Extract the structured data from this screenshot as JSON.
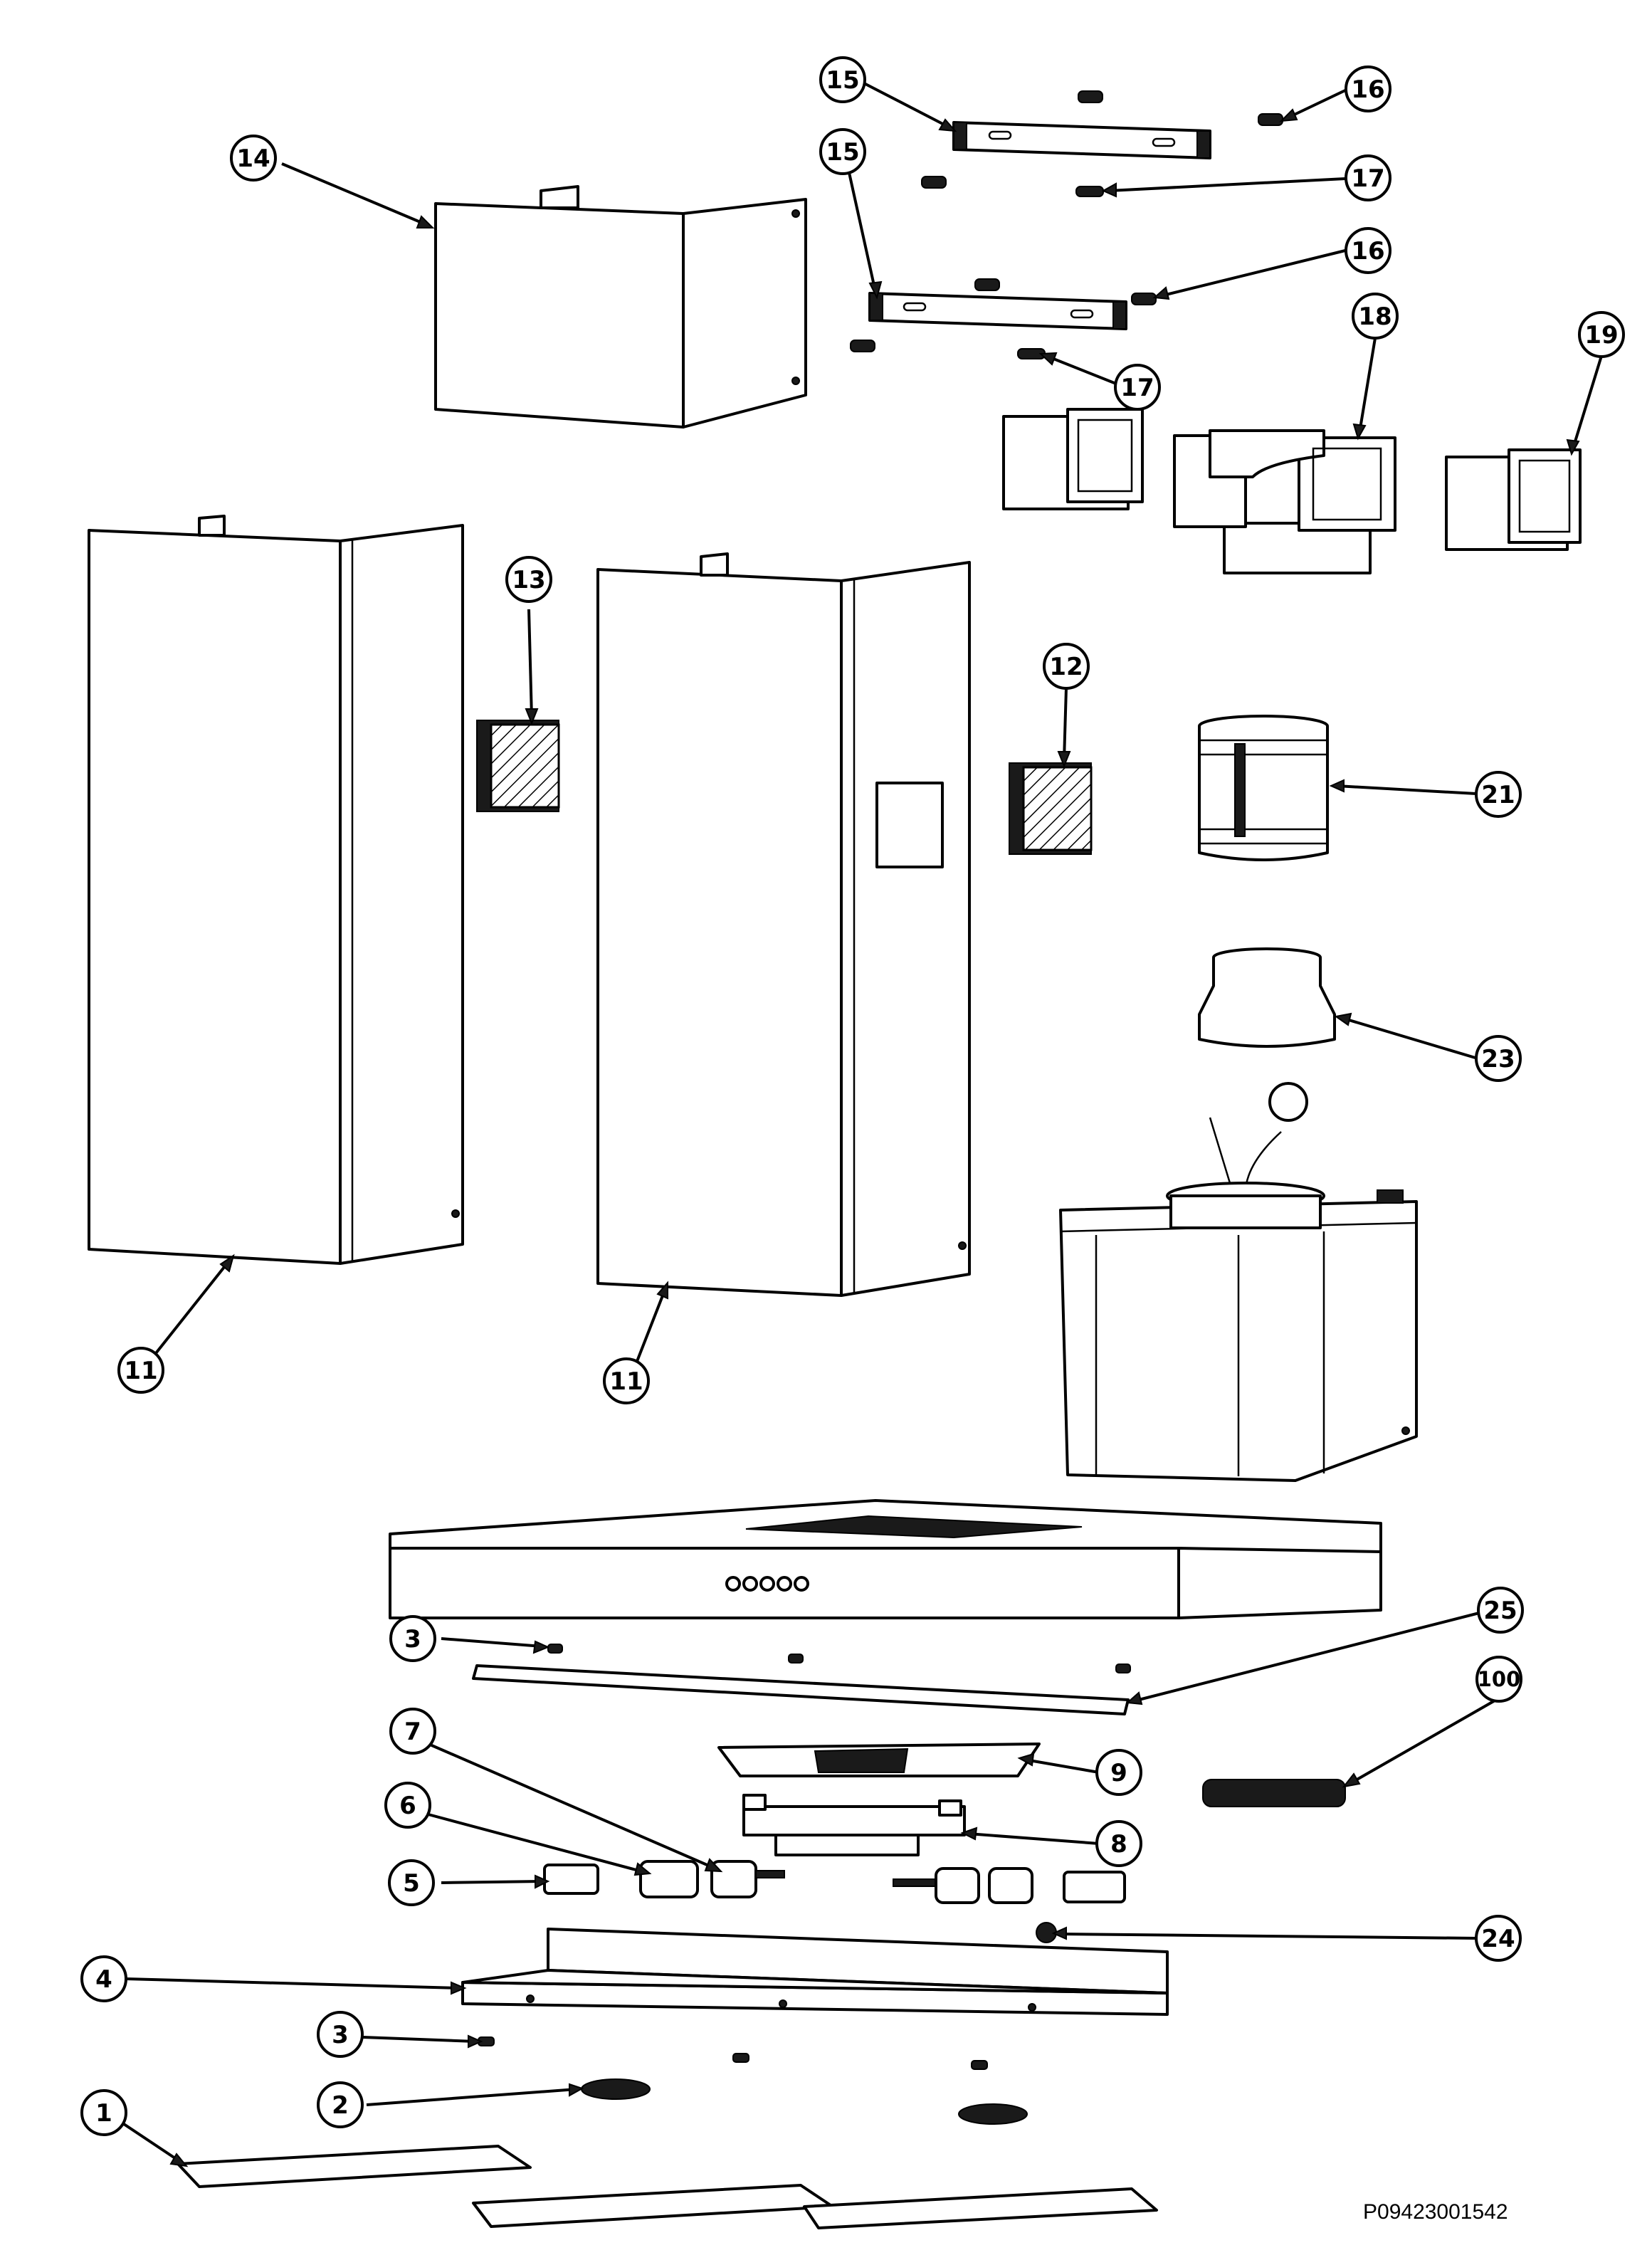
{
  "diagram": {
    "drawing_code": "P09423001542",
    "callouts": [
      {
        "id": "c15a",
        "label": "15"
      },
      {
        "id": "c16a",
        "label": "16"
      },
      {
        "id": "c15b",
        "label": "15"
      },
      {
        "id": "c17a",
        "label": "17"
      },
      {
        "id": "c14",
        "label": "14"
      },
      {
        "id": "c16b",
        "label": "16"
      },
      {
        "id": "c18",
        "label": "18"
      },
      {
        "id": "c19",
        "label": "19"
      },
      {
        "id": "c17b",
        "label": "17"
      },
      {
        "id": "c13",
        "label": "13"
      },
      {
        "id": "c12",
        "label": "12"
      },
      {
        "id": "c21",
        "label": "21"
      },
      {
        "id": "c23",
        "label": "23"
      },
      {
        "id": "c11a",
        "label": "11"
      },
      {
        "id": "c11b",
        "label": "11"
      },
      {
        "id": "c3a",
        "label": "3"
      },
      {
        "id": "c25",
        "label": "25"
      },
      {
        "id": "c100",
        "label": "100"
      },
      {
        "id": "c7",
        "label": "7"
      },
      {
        "id": "c9",
        "label": "9"
      },
      {
        "id": "c6",
        "label": "6"
      },
      {
        "id": "c8",
        "label": "8"
      },
      {
        "id": "c5",
        "label": "5"
      },
      {
        "id": "c24",
        "label": "24"
      },
      {
        "id": "c4",
        "label": "4"
      },
      {
        "id": "c3b",
        "label": "3"
      },
      {
        "id": "c2",
        "label": "2"
      },
      {
        "id": "c1",
        "label": "1"
      }
    ]
  }
}
